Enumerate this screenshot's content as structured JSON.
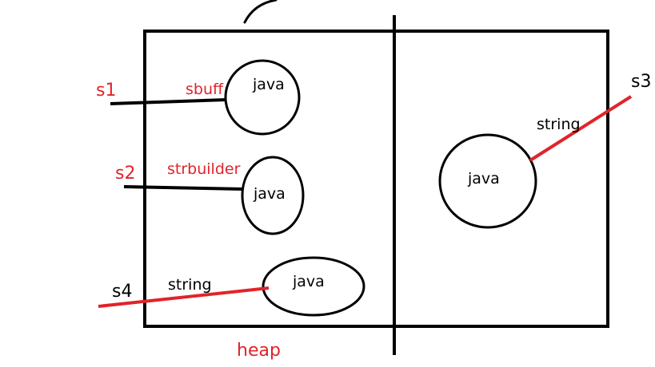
{
  "colors": {
    "ink": "#000000",
    "accent": "#e0242a"
  },
  "labels": {
    "s1": "s1",
    "s2": "s2",
    "s3": "s3",
    "s4": "s4",
    "sbuff": "sbuff",
    "strbuilder": "strbuilder",
    "string_left": "string",
    "string_right": "string",
    "heap": "heap",
    "java_sbuff": "java",
    "java_strbuilder": "java",
    "java_string_left": "java",
    "java_string_right": "java"
  }
}
